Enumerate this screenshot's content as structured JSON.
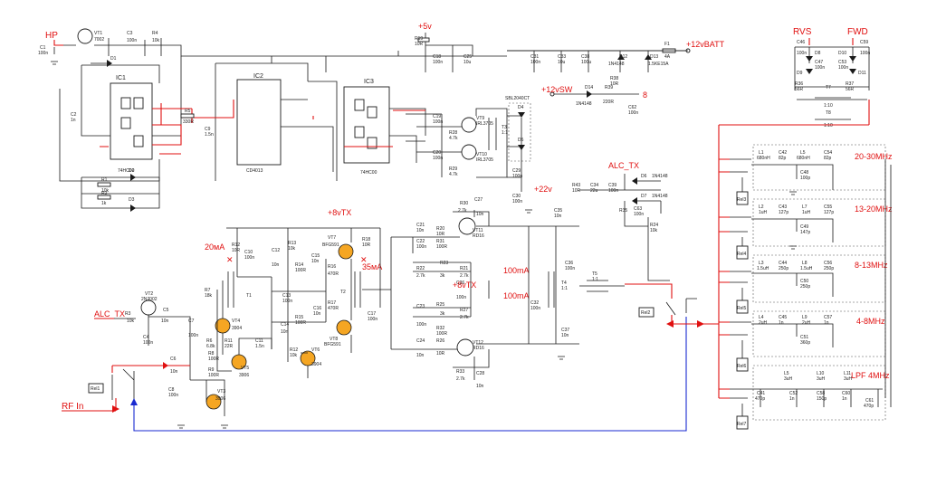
{
  "ports": {
    "hp": "HP",
    "rf_in": "RF In",
    "alc_tx_left": "ALC_TX",
    "alc_tx_right": "ALC_TX",
    "rvs": "RVS",
    "fwd": "FWD",
    "v5": "+5v",
    "v12batt": "+12vBATT",
    "v12sw": "+12vSW",
    "v22": "+22v",
    "v8tx_a": "+8vTX",
    "v8tx_b": "+8vTX",
    "sw8": "8"
  },
  "ics": {
    "ic1": "IC1",
    "ic1_part": "74HC00",
    "ic2": "IC2",
    "ic2_part": "CD4013",
    "ic3": "IC3",
    "ic3_part": "74HC00"
  },
  "annotations": {
    "i20ma": "20мА",
    "i35ma": "35мА",
    "i100ma_a": "100mA",
    "i100ma_b": "100mA",
    "sbl": "SBL2040CT"
  },
  "bands": {
    "b1": "20-30MHz",
    "b2": "13-20MHz",
    "b3": "8-13MHz",
    "b4": "4-8MHz",
    "b5": "LPF 4MHz"
  },
  "transistors": {
    "vt1": "VT1",
    "vt1p": "7002",
    "vt2": "VT2",
    "vt2p": "2N7002",
    "vt3": "VT3",
    "vt3p": "3906",
    "vt4": "VT4",
    "vt4p": "3904",
    "vt5": "VT5",
    "vt5p": "3906",
    "vt6": "VT6",
    "vt6p": "3904",
    "vt7": "VT7",
    "vt7p": "BFG591",
    "vt8": "VT8",
    "vt8p": "BFG591",
    "vt9": "VT9",
    "vt9p": "IRL3705",
    "vt10": "VT10",
    "vt10p": "IRL3705",
    "vt11": "VT11",
    "vt11p": "RD16",
    "vt12": "VT12",
    "vt12p": "RD16"
  },
  "parts": {
    "c1": "C1",
    "c1v": "100n",
    "c2": "C2",
    "c2v": "1n",
    "c3": "C3",
    "c3v": "100n",
    "r4": "R4",
    "r4v": "10k",
    "r5": "R5",
    "r5v": "330R",
    "c9": "C9",
    "c9v": "1.5n",
    "r1": "R1",
    "r1v": "10k",
    "r2": "R2",
    "r2v": "1k",
    "d1": "D1",
    "d2": "D2",
    "d3": "D3",
    "r19": "R19",
    "r19v": "10R",
    "c18": "C18",
    "c18v": "100n",
    "c25": "C25",
    "c25v": "10u",
    "c31": "C31",
    "c31v": "100n",
    "c33": "C33",
    "c33v": "10u",
    "c38": "C38",
    "c38v": "100u",
    "d12": "D12",
    "d12v": "1N4148",
    "d13": "D13",
    "d13v": "1.5KE15A",
    "f1": "F1",
    "f1v": "4A",
    "d14": "D14",
    "d14v": "1N4148",
    "r39": "R39",
    "r39v": "220R",
    "r38": "R38",
    "r38v": "10R",
    "c62": "C62",
    "c62v": "100n",
    "c19": "C19",
    "c19v": "100n",
    "r28": "R28",
    "r28v": "4.7k",
    "c20": "C20",
    "c20v": "100n",
    "r29": "R29",
    "r29v": "4.7k",
    "t3": "T3",
    "t3v": "1:1",
    "d4": "D4",
    "d5": "D5",
    "c29": "C29",
    "c29v": "100n",
    "c30": "C30",
    "c30v": "100n",
    "r43": "R43",
    "r43v": "10R",
    "c34": "C34",
    "c34v": "22u",
    "c39": "C39",
    "c39v": "100n",
    "d6": "D6",
    "d6v": "1N4148",
    "d7": "D7",
    "d7v": "1N4148",
    "c63": "C63",
    "c63v": "100n",
    "r35": "R35",
    "r24": "R24",
    "r24v": "10k",
    "r30": "R30",
    "r30v": "2.7k",
    "c27": "C27",
    "c27v": "10n",
    "c21": "C21",
    "c21v": "10n",
    "r20": "R20",
    "r20v": "10R",
    "c22": "C22",
    "c22v": "100n",
    "r31": "R31",
    "r31v": "100R",
    "r22": "R22",
    "r22v": "2.7k",
    "r23": "R23",
    "r23v": "3k",
    "r21": "R21",
    "r21v": "2.7k",
    "c26": "C26",
    "c26v": "100n",
    "r25": "R25",
    "r25v": "3k",
    "c23": "C23",
    "c23v": "100n",
    "r27": "R27",
    "r27v": "2.7k",
    "r32": "R32",
    "r32v": "100R",
    "c24": "C24",
    "c24v": "10n",
    "r26": "R26",
    "r26v": "10R",
    "r33": "R33",
    "r33v": "2.7k",
    "c28": "C28",
    "c28v": "10n",
    "c35": "C35",
    "c35v": "10n",
    "c36": "C36",
    "c36v": "100n",
    "c32": "C32",
    "c32v": "100n",
    "c37": "C37",
    "c37v": "10n",
    "t4": "T4",
    "t4v": "1:1",
    "t5": "T5",
    "t5v": "1:1",
    "rel1": "Rel1",
    "rel2": "Rel2",
    "c5": "C5",
    "c5v": "10n",
    "c6": "C6",
    "c6v": "10n",
    "c7": "C7",
    "c7v": "100n",
    "c8": "C8",
    "c8v": "100n",
    "r3": "R3",
    "r3v": "10k",
    "c4": "C4",
    "c4v": "100n",
    "r6": "R6",
    "r6v": "6.8k",
    "r7": "R7",
    "r7v": "18k",
    "r8": "R8",
    "r8v": "100R",
    "r9": "R9",
    "r9v": "100R",
    "r11": "R11",
    "r11v": "22R",
    "c11": "C11",
    "c11v": "1.5n",
    "r12": "R12",
    "r12v": "10R",
    "c10": "C10",
    "c10v": "100n",
    "t1": "T1",
    "c12": "C12",
    "c12v": "10n",
    "r13": "R13",
    "r13v": "10k",
    "c15": "C15",
    "c15v": "10n",
    "r14": "R14",
    "r14v": "100R",
    "c13": "C13",
    "c13v": "100n",
    "r15": "R15",
    "r15v": "100R",
    "c14": "C14",
    "c14v": "10n",
    "r12b": "R12",
    "r12bv": "10k",
    "r16": "R16",
    "r16v": "470R",
    "r18": "R18",
    "r18v": "10R",
    "t2": "T2",
    "c16": "C16",
    "c16v": "10n",
    "r17": "R17",
    "r17v": "470R",
    "c17": "C17",
    "c17v": "100n",
    "c46": "C46",
    "c46v": "100n",
    "d8": "D8",
    "d9": "D9",
    "d10": "D10",
    "d11": "D11",
    "c47": "C47",
    "c47v": "100n",
    "c59": "C59",
    "c59v": "100n",
    "c53": "C53",
    "c53v": "100n",
    "r36": "R36",
    "r36v": "56R",
    "r37": "R37",
    "r37v": "56R",
    "t7": "T7",
    "t7v": "1:10",
    "t8": "T8",
    "t8v": "1:10",
    "l1": "L1",
    "l1v": "680nH",
    "c42": "C42",
    "c42v": "82p",
    "l5": "L5",
    "l5v": "680nH",
    "c54": "C54",
    "c54v": "82p",
    "c48": "C48",
    "c48v": "100p",
    "l2": "L2",
    "l2v": "1uH",
    "c43": "C43",
    "c43v": "127p",
    "l7": "L7",
    "l7v": "1uH",
    "c55": "C55",
    "c55v": "127p",
    "c49": "C49",
    "c49v": "147p",
    "l3": "L3",
    "l3v": "1.5uH",
    "c44": "C44",
    "c44v": "250p",
    "l8": "L8",
    "l8v": "1.5uH",
    "c56": "C56",
    "c56v": "250p",
    "c50": "C50",
    "c50v": "250p",
    "l4": "L4",
    "l4v": "2uH",
    "c45": "C45",
    "c45v": "1n",
    "l9": "L9",
    "l9v": "2uH",
    "c57": "C57",
    "c57v": "1n",
    "c51": "C51",
    "c51v": "360p",
    "l5b": "L5",
    "l5bv": "3uH",
    "l10": "L10",
    "l10v": "3uH",
    "l11": "L11",
    "l11v": "3uH",
    "c41": "C41",
    "c41v": "470p",
    "c52": "C52",
    "c52v": "1n",
    "c58": "C58",
    "c58v": "150p",
    "c60": "C60",
    "c60v": "1n",
    "c61": "C61",
    "c61v": "470p",
    "rel3": "Rel3",
    "rel4": "Rel4",
    "rel5": "Rel5",
    "rel6": "Rel6",
    "rel7": "Rel7"
  }
}
